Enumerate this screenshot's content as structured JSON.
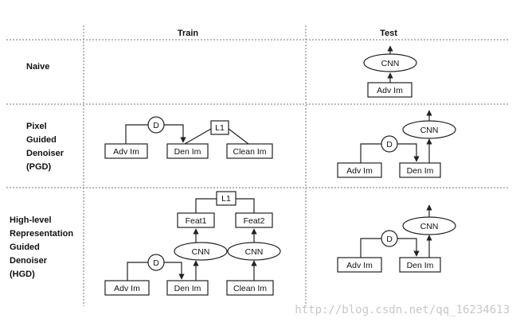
{
  "columns": {
    "train": "Train",
    "test": "Test"
  },
  "rows": {
    "naive": [
      "Naive"
    ],
    "pgd": [
      "Pixel",
      "Guided",
      "Denoiser",
      "(PGD)"
    ],
    "hgd": [
      "High-level",
      "Representation",
      "Guided",
      "Denoiser",
      "(HGD)"
    ]
  },
  "nodes": {
    "adv_im": "Adv Im",
    "den_im": "Den Im",
    "clean_im": "Clean Im",
    "cnn": "CNN",
    "d": "D",
    "l1": "L1",
    "feat1": "Feat1",
    "feat2": "Feat2"
  },
  "watermark": "http://blog.csdn.net/qq_16234613"
}
